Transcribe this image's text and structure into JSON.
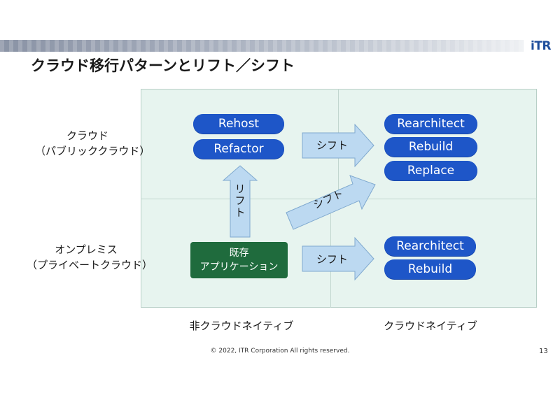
{
  "header": {
    "logo": "iTR",
    "title": "クラウド移行パターンとリフト／シフト"
  },
  "rows": {
    "cloud": [
      "クラウド",
      "（パブリッククラウド）"
    ],
    "onprem": [
      "オンプレミス",
      "（プライベートクラウド）"
    ]
  },
  "columns": {
    "non_native": "非クラウドネイティブ",
    "native": "クラウドネイティブ"
  },
  "pills": {
    "rehost": "Rehost",
    "refactor": "Refactor",
    "rearchitect_top": "Rearchitect",
    "rebuild_top": "Rebuild",
    "replace": "Replace",
    "rearchitect_bottom": "Rearchitect",
    "rebuild_bottom": "Rebuild"
  },
  "legacy": {
    "line1": "既存",
    "line2": "アプリケーション"
  },
  "arrows": {
    "lift": "リフト",
    "shift_top": "シフト",
    "shift_diagonal": "シフト",
    "shift_bottom": "シフト"
  },
  "colors": {
    "pill_blue": "#1e56c8",
    "legacy_green": "#1f6b3d",
    "arrow_fill": "#bcd9f1",
    "grid_bg": "#e7f4ef"
  },
  "footer": {
    "copyright": "© 2022, ITR Corporation  All rights reserved.",
    "page_number": "13"
  }
}
